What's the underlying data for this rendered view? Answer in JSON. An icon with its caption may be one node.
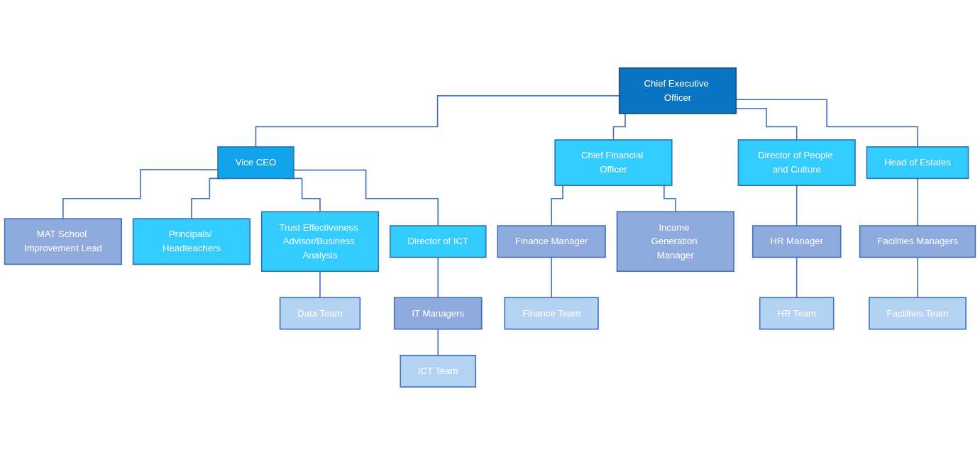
{
  "diagram": {
    "nodes": [
      {
        "text": [
          "Chief Executive Officer"
        ]
      },
      {
        "text": [
          "Vice CEO"
        ]
      },
      {
        "text": [
          "Chief Financial Officer"
        ]
      },
      {
        "text": [
          "Director of People and Culture"
        ]
      },
      {
        "text": [
          "Head of Estates"
        ]
      },
      {
        "text": [
          "Principals/ Headteachers"
        ]
      },
      {
        "text": [
          "Trust Effectiveness Advisor/Business Analysis"
        ]
      },
      {
        "text": [
          "Director of ICT"
        ]
      },
      {
        "text": [
          "Finance Manager"
        ]
      },
      {
        "text": [
          "Income Generation Manager"
        ]
      },
      {
        "text": [
          "HR Manager"
        ]
      },
      {
        "text": [
          "Facilities Managers"
        ]
      },
      {
        "text": [
          "MAT School Improvement Lead"
        ]
      },
      {
        "text": [
          "IT Managers"
        ]
      },
      {
        "text": [
          "Finance Team"
        ]
      },
      {
        "text": [
          "HR Team"
        ]
      },
      {
        "text": [
          "Facilities Team"
        ]
      },
      {
        "text": [
          "Data Team"
        ]
      },
      {
        "text": [
          "ICT Team"
        ]
      }
    ],
    "edges": [
      {
        "from": 0,
        "to": 1,
        "arrow": "none"
      },
      {
        "from": 0,
        "to": 2,
        "arrow": "none"
      },
      {
        "from": 0,
        "to": 3,
        "arrow": "none"
      },
      {
        "from": 0,
        "to": 4,
        "arrow": "none"
      },
      {
        "from": 1,
        "to": 12,
        "arrow": "none"
      },
      {
        "from": 1,
        "to": 5,
        "arrow": "none"
      },
      {
        "from": 1,
        "to": 6,
        "arrow": "none"
      },
      {
        "from": 1,
        "to": 7,
        "arrow": "none"
      },
      {
        "from": 2,
        "to": 8,
        "arrow": "none"
      },
      {
        "from": 2,
        "to": 9,
        "arrow": "none"
      },
      {
        "from": 3,
        "to": 10,
        "arrow": "none"
      },
      {
        "from": 4,
        "to": 11,
        "arrow": "none"
      },
      {
        "from": 7,
        "to": 13,
        "arrow": "none"
      },
      {
        "from": 8,
        "to": 14,
        "arrow": "none"
      },
      {
        "from": 10,
        "to": 15,
        "arrow": "none"
      },
      {
        "from": 11,
        "to": 16,
        "arrow": "none"
      },
      {
        "from": 6,
        "to": 17,
        "arrow": "none"
      },
      {
        "from": 13,
        "to": 18,
        "arrow": "none"
      }
    ]
  }
}
